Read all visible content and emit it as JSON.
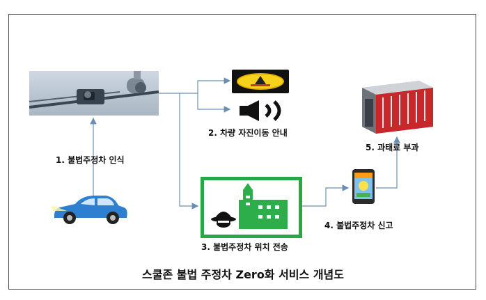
{
  "labels": {
    "step1": "1. 불법주정차 인식",
    "step2": "2. 차량 자진이동 안내",
    "step3": "3. 불법주정차 위치 전송",
    "step4": "4. 불법주정차 신고",
    "step5": "5. 과태료 부과"
  },
  "title": "스쿨존 불법 주정차 Zero화 서비스 개념도",
  "icons": [
    "cctv-camera-icon",
    "warning-sign-icon",
    "speaker-icon",
    "green-board-icon",
    "phone-app-icon",
    "server-icon",
    "car-icon"
  ],
  "colors": {
    "line": "#6a8fb5",
    "board_border": "#27a844",
    "sign_yellow": "#f6d21a",
    "car_blue": "#2f7fd0",
    "server_red": "#c8282c"
  }
}
